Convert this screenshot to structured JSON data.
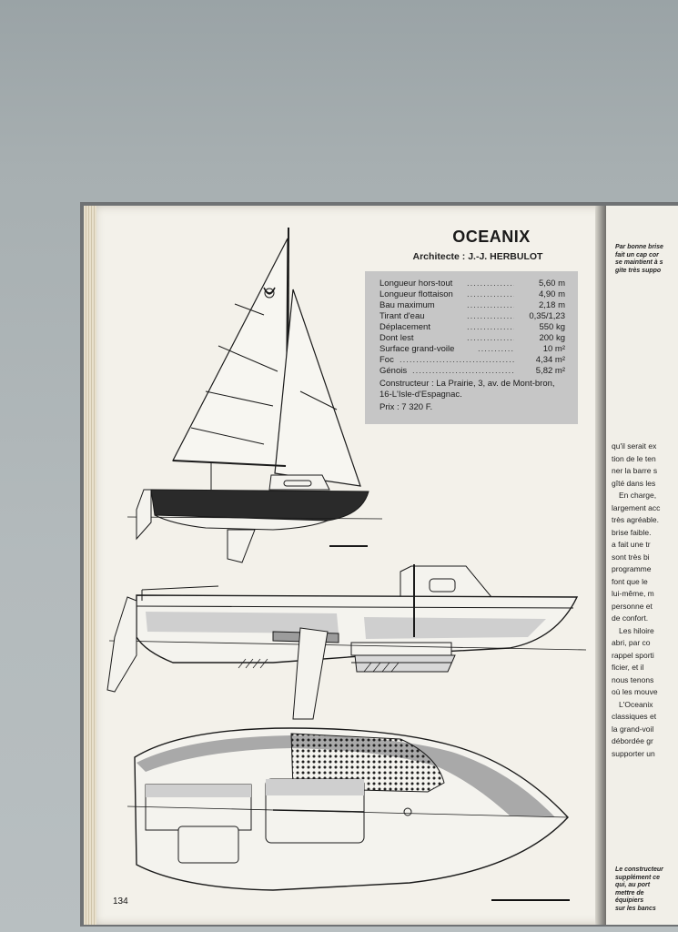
{
  "page": {
    "title": "OCEANIX",
    "architect": "Architecte : J.-J. HERBULOT",
    "page_number": "134"
  },
  "specs": [
    {
      "label": "Longueur hors-tout",
      "value": "5,60 m"
    },
    {
      "label": "Longueur flottaison",
      "value": "4,90 m"
    },
    {
      "label": "Bau maximum",
      "value": "2,18 m"
    },
    {
      "label": "Tirant d'eau",
      "value": "0,35/1,23"
    },
    {
      "label": "Déplacement",
      "value": "550 kg"
    },
    {
      "label": "Dont lest",
      "value": "200 kg"
    },
    {
      "label": "Surface grand-voile",
      "value": "10 m²"
    },
    {
      "label": "Foc",
      "value": "4,34 m²"
    },
    {
      "label": "Génois",
      "value": "5,82 m²"
    }
  ],
  "constructor": "Constructeur : La Prairie, 3, av. de Mont-bron, 16-L'Isle-d'Espagnac.",
  "price": "Prix : 7 320 F.",
  "right_page": {
    "top_caption": [
      "Par bonne brise",
      "fait un cap cor",
      "se maintient à s",
      "gite très suppo"
    ],
    "text_lines": [
      "qu'il serait ex",
      "tion de le ten",
      "ner la barre s",
      "gîté dans les",
      "En charge,",
      "largement acc",
      "très agréable.",
      "brise faible.",
      "a fait une tr",
      "sont très bi",
      "programme",
      "font que le",
      "lui-même, m",
      "personne et",
      "de confort.",
      "Les hiloire",
      "abri, par co",
      "rappel sporti",
      "ficier, et il",
      "nous tenons",
      "où les mouve",
      "L'Oceanix",
      "classiques et",
      "la grand-voil",
      "débordée gr",
      "supporter un"
    ],
    "bottom_caption": [
      "Le constructeur",
      "supplément ce",
      "qui, au port",
      "mettre de",
      "équipiers",
      "sur les bancs"
    ]
  }
}
